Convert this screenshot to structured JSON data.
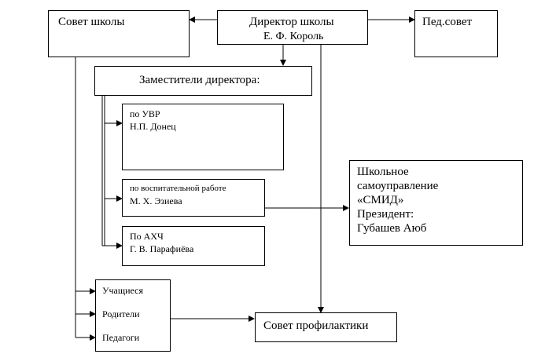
{
  "school_council": {
    "label": "Совет школы"
  },
  "director": {
    "title": "Директор школы",
    "name": "Е. Ф. Король"
  },
  "ped_council": {
    "label": "Пед.совет"
  },
  "deputies": {
    "label": "Заместители директора:"
  },
  "deputy_uvr": {
    "area": "по УВР",
    "name": "Н.П. Донец"
  },
  "deputy_upbringing": {
    "area": "по воспитательной работе",
    "name": "М. Х. Эзиева"
  },
  "deputy_akh": {
    "area": "По АХЧ",
    "name": "Г. В. Парафиёва"
  },
  "self_government": {
    "line1": "Школьное",
    "line2": "самоуправление",
    "line3": "«СМИД»",
    "line4": "Президент:",
    "line5": "Губашев Аюб"
  },
  "participants": {
    "students": "Учащиеся",
    "parents": "Родители",
    "teachers": "Педагоги"
  },
  "prevention_council": {
    "label": "Совет профилактики"
  }
}
